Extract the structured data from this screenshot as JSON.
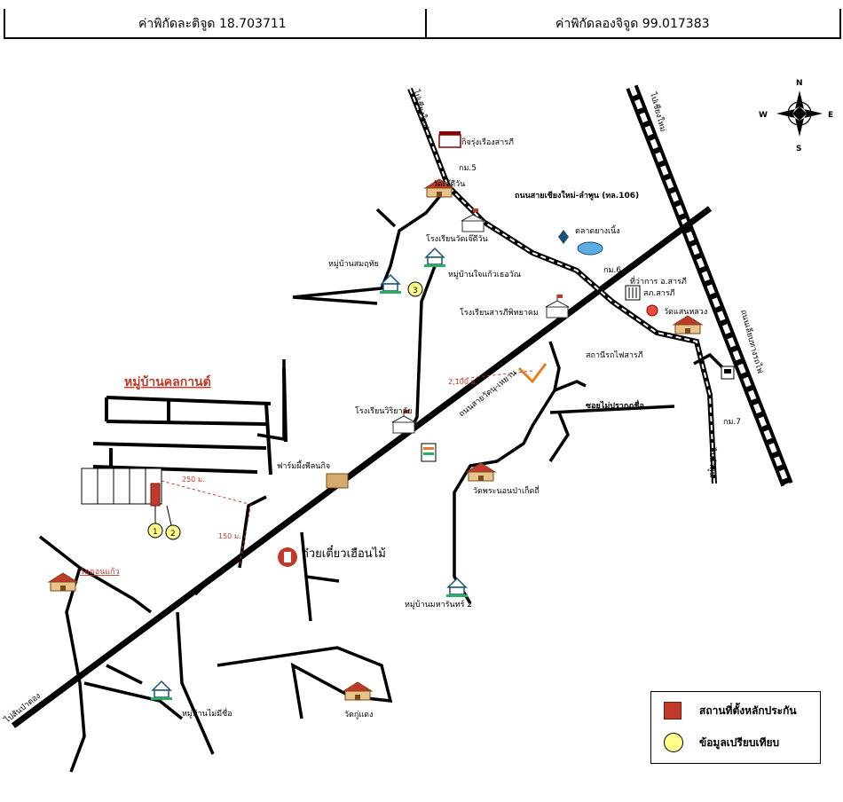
{
  "header": {
    "latitude": "ค่าพิกัดละติจูด 18.703711",
    "longitude": "ค่าพิกัดลองจิจูด 99.017383"
  },
  "compass": {
    "n": "N",
    "s": "S",
    "e": "E",
    "w": "W"
  },
  "places": {
    "kitcharoen": "กิจรุ่งเรืองสารภี",
    "km5": "กม.5",
    "wat_ket": "วัดเจ๊ดีวัน",
    "road106": "ถนนสายเชียงใหม่-ลำพูน (ทล.106)",
    "school_ket": "โรงเรียนวัดเจ๊ดีวัน",
    "market": "ตลาดยางเนิ้ง",
    "village_somkid": "หมู่บ้านสมฤทัย",
    "village_chai": "หมู่บ้านใจแก้วเธอวัณ",
    "km6": "กม.6",
    "district_office": "ที่ว่าการ อ.สารภี",
    "police": "สภ.สารภี",
    "school_saraphi": "โรงเรียนสารภีพิทยาคม",
    "wat_saen": "วัดแสนหลวง",
    "rail_road": "ถนนเลียบทางรถไฟ",
    "station": "สถานีรถไฟสารภี",
    "to_cm": "ไปเชียงใหม่",
    "to_cm2": "ไปเชียงใหม่",
    "village_kon": "หมู่บ้านคลกานต์",
    "dist_2100": "2,100 ม.",
    "road_main": "ถนนสายวัดนุ-เหยาน",
    "soi": "ซอยไม่ปรากฏชื่อ",
    "school_wiri": "โรงเรียนวิริยาลัย",
    "km7": "กม.7",
    "to_lamphun": "ไปลำพูน",
    "farm": "ฟาร์มผึ้งพีลนกิจ",
    "wat_phra": "วัดพระนอนป่าเก็ดถี่",
    "dist_250": "250 ม.",
    "dist_150": "150 ม.",
    "noodle": "ก๋วยเตี๋ยวเฮือนไม้",
    "wat_don": "วัดดอนแก้ว",
    "village_mahan": "หมู่บ้านมหารันทร์ 2",
    "village_nameless": "หมู่บ้านไม่มีชื่อ",
    "wat_koo": "วัดกู่แดง",
    "to_sanpatong": "ไปสันป่าตอง",
    "marker1": "1",
    "marker2": "2",
    "marker3": "3"
  },
  "legend": {
    "marker_location": "สถานที่ตั้งหลักประกัน",
    "comparison": "ข้อมูลเปรียบเทียบ"
  },
  "colors": {
    "marker_red": "#c0392b",
    "marker_yellow": "#ffff8a",
    "accent_orange": "#e67e22"
  }
}
